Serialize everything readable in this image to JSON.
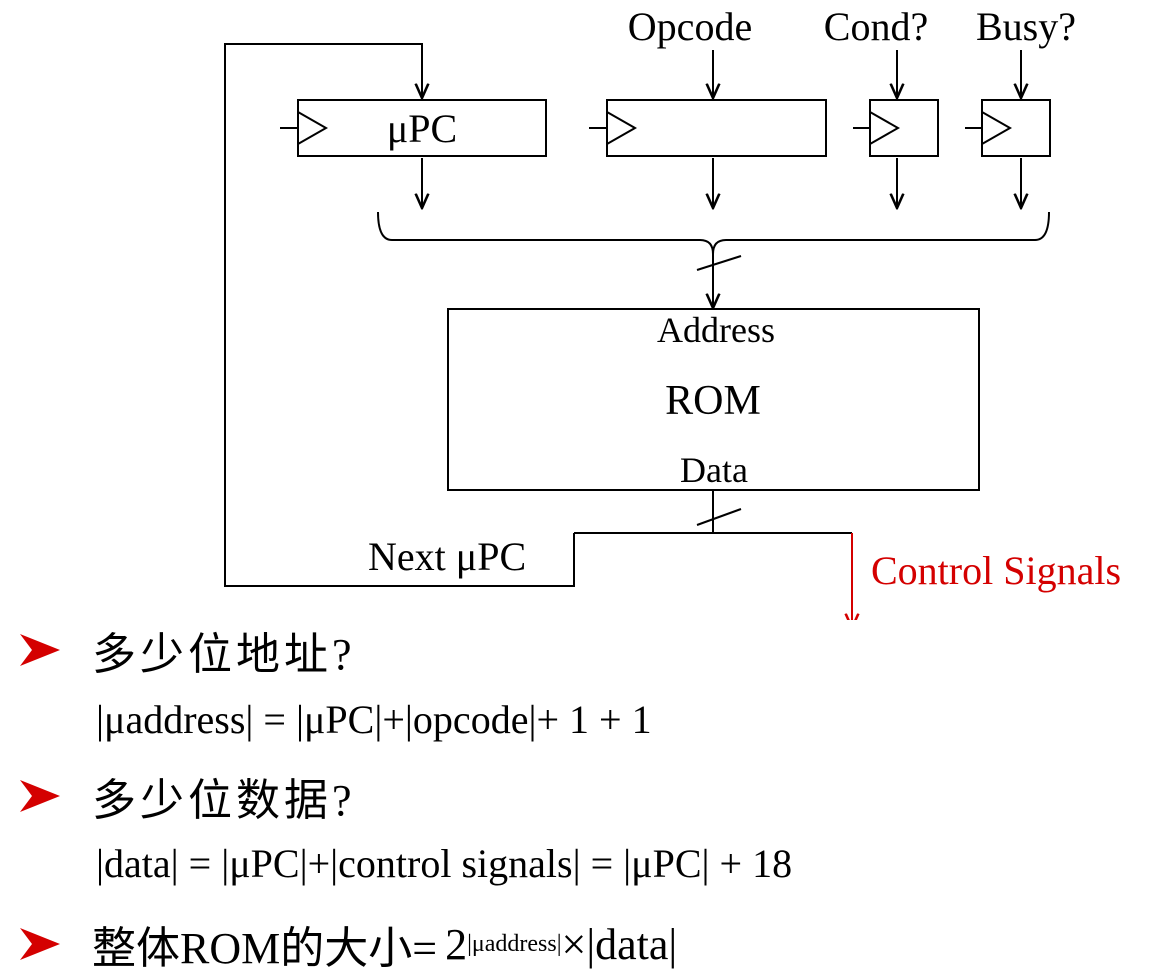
{
  "diagram": {
    "inputs": {
      "opcode": "Opcode",
      "cond": "Cond?",
      "busy": "Busy?"
    },
    "registers": {
      "upc": "μPC"
    },
    "rom": {
      "address": "Address",
      "name": "ROM",
      "data": "Data"
    },
    "outputs": {
      "next_upc": "Next μPC",
      "control_signals": "Control Signals"
    },
    "colors": {
      "line": "#000000",
      "control_signals": "#d40000"
    }
  },
  "bullets": [
    {
      "question": "多少位地址?",
      "formula": "|μaddress| = |μPC|+|opcode|+ 1 + 1"
    },
    {
      "question": "多少位数据?",
      "formula": "|data| = |μPC|+|control signals| = |μPC| + 18"
    },
    {
      "question_main": "整体ROM的大小=",
      "base": "2",
      "exponent": "|μaddress|",
      "tail": "×|data|"
    }
  ],
  "bullet_icon": "right-pointing-triangle-bullet-icon"
}
